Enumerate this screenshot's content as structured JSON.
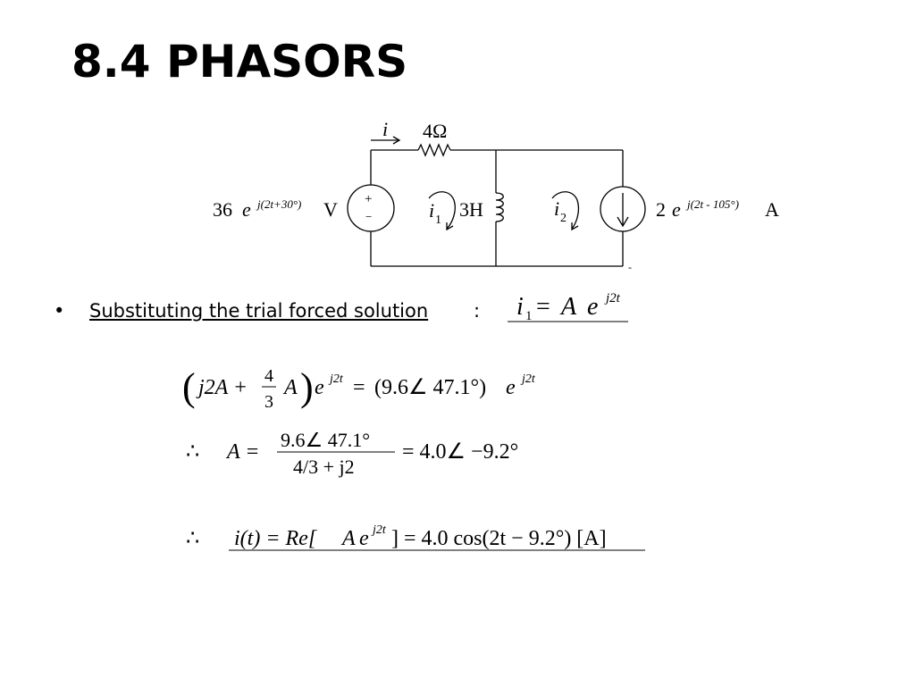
{
  "title": "8.4 PHASORS",
  "circuit": {
    "current_label": "i",
    "resistor_label": "4Ω",
    "source_coef": "36",
    "e": "e",
    "source_exp": "j(2t+30°)",
    "source_unit": "V",
    "plus": "+",
    "minus": "−",
    "loop1_i": "i",
    "loop1_sub": "1",
    "inductor_label": "3H",
    "loop2_i": "i",
    "loop2_sub": "2",
    "cs_coef": "2",
    "cs_exp": "j(2t - 105°)",
    "cs_unit": "A",
    "dash": "-"
  },
  "bullet": {
    "dot": "•",
    "text": "Substituting the trial forced solution",
    "colon": ":"
  },
  "trial": {
    "i": "i",
    "sub": "1",
    "eq": "=",
    "A": "A",
    "e": "e",
    "exp": "j2t"
  },
  "eq1": {
    "lparen": "(",
    "j2A": "j2A +",
    "num": "4",
    "den": "3",
    "A": "A",
    "rparen": ")",
    "e": "e",
    "exp": "j2t",
    "equals": "=",
    "phasor": "(9.6∠ 47.1°)",
    "e2": "e",
    "exp2": "j2t"
  },
  "eq2": {
    "therefore": "∴",
    "lhs": "A =",
    "num": "9.6∠ 47.1°",
    "den": "4/3 + j2",
    "rhs": "= 4.0∠ −9.2°"
  },
  "eq3": {
    "therefore": "∴",
    "lhs": "i(t) = Re[",
    "A": "A",
    "e": "e",
    "exp": "j2t",
    "rhs": "] = 4.0 cos(2t − 9.2°) [A]"
  }
}
